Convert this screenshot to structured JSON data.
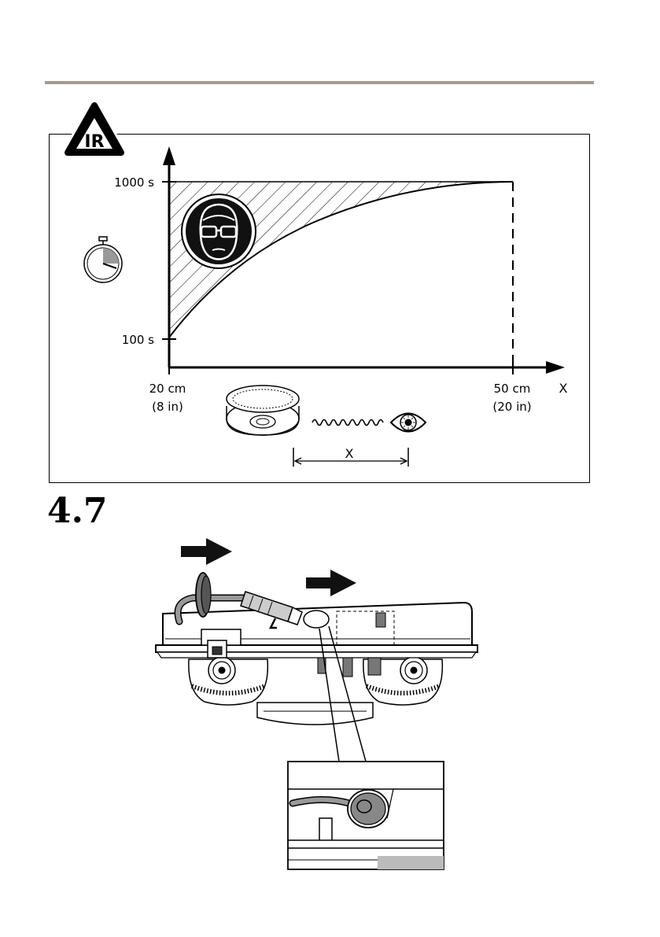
{
  "header": {
    "rule_color": "#a89a8c"
  },
  "ir_figure": {
    "warning_sign_text": "IR",
    "y_tick_high": "1000 s",
    "y_tick_low": "100 s",
    "x_tick_start_line1": "20 cm",
    "x_tick_start_line2": "(8 in)",
    "x_tick_end_line1": "50 cm",
    "x_tick_end_line2": "(20 in)",
    "x_axis_label": "X",
    "distance_label": "X",
    "icons": [
      "ir-warning-triangle",
      "stopwatch-icon",
      "eye-protection-goggles-icon",
      "camera-icon",
      "ir-wave-icon",
      "eye-icon"
    ]
  },
  "section": {
    "number": "4.7"
  },
  "install_figure": {
    "icons": [
      "arrow-right-icon",
      "arrow-right-icon",
      "camera-housing-illustration",
      "cable-gasket-detail-illustration"
    ]
  }
}
